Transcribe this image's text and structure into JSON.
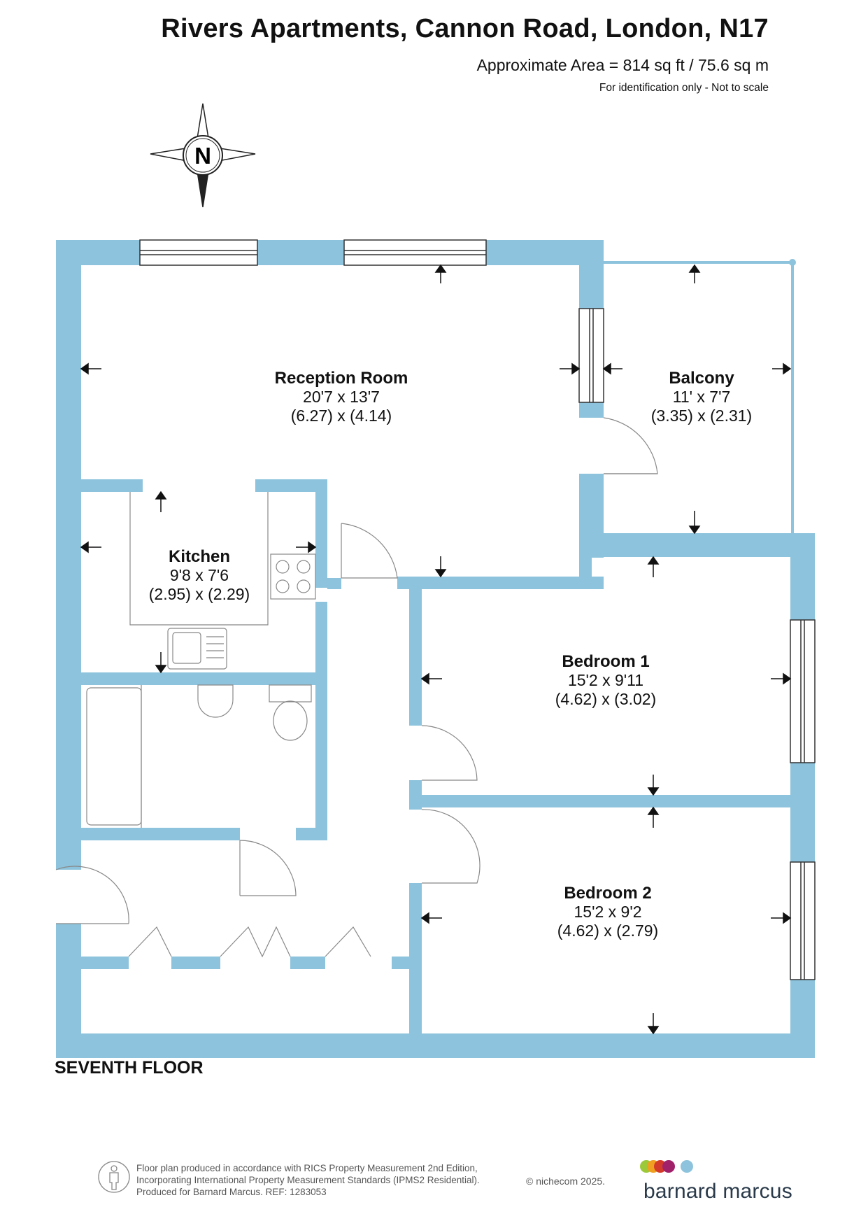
{
  "header": {
    "title": "Rivers Apartments, Cannon Road, London, N17",
    "area": "Approximate Area = 814 sq ft / 75.6 sq m",
    "note": "For identification only - Not to scale"
  },
  "compass": {
    "label": "N"
  },
  "rooms": [
    {
      "name": "Reception Room",
      "imperial": "20'7 x 13'7",
      "metric": "(6.27) x (4.14)"
    },
    {
      "name": "Balcony",
      "imperial": "11' x 7'7",
      "metric": "(3.35) x (2.31)"
    },
    {
      "name": "Kitchen",
      "imperial": "9'8 x 7'6",
      "metric": "(2.95) x (2.29)"
    },
    {
      "name": "Bedroom 1",
      "imperial": "15'2 x 9'11",
      "metric": "(4.62) x (3.02)"
    },
    {
      "name": "Bedroom 2",
      "imperial": "15'2 x 9'2",
      "metric": "(4.62) x (2.79)"
    }
  ],
  "floor_label": "SEVENTH FLOOR",
  "footer": {
    "line1": "Floor plan produced in accordance with RICS Property Measurement 2nd Edition,",
    "line2": "Incorporating International Property Measurement Standards (IPMS2 Residential).",
    "line3": "Produced for Barnard Marcus.   REF:  1283053",
    "copyright": "© nichecom 2025."
  },
  "brand": {
    "name": "barnard marcus"
  },
  "colors": {
    "wall": "#8dc3dc",
    "line": "#888888"
  }
}
